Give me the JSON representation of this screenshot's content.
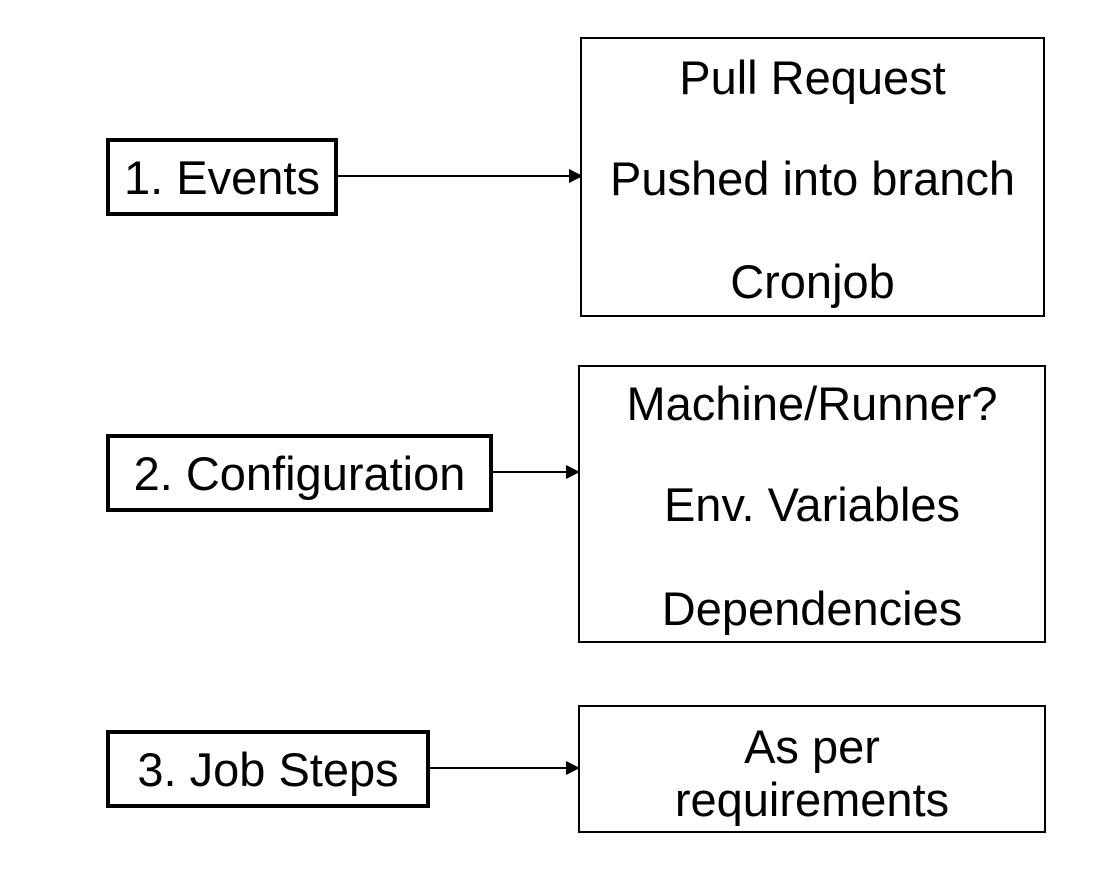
{
  "stages": [
    {
      "label": "1. Events",
      "details": [
        "Pull Request",
        "Pushed into branch",
        "Cronjob"
      ]
    },
    {
      "label": "2. Configuration",
      "details": [
        "Machine/Runner?",
        "Env. Variables",
        "Dependencies"
      ]
    },
    {
      "label": "3. Job Steps",
      "details": [
        "As per",
        "requirements"
      ]
    }
  ]
}
